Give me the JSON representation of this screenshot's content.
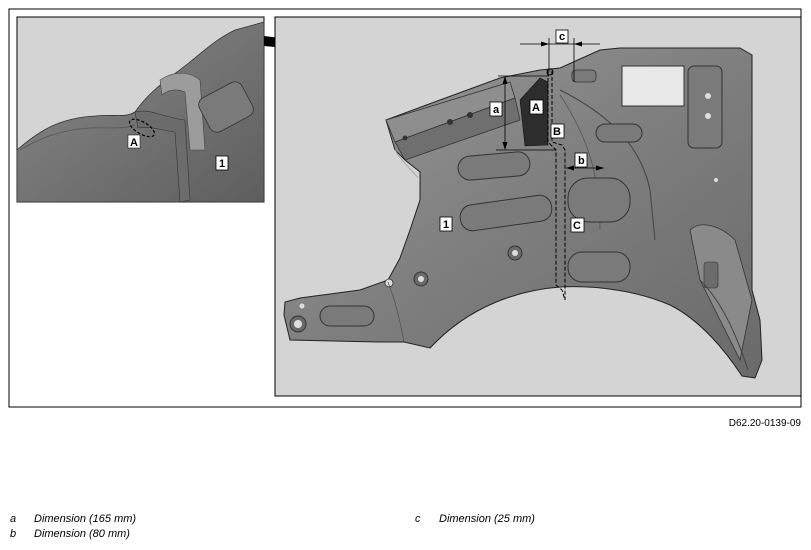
{
  "figure_code": "D62.20-0139-09",
  "inset_labels": {
    "a_point": "A",
    "part_number": "1"
  },
  "main_labels": {
    "point_a": "A",
    "point_b": "B",
    "point_c": "C",
    "dim_a": "a",
    "dim_b": "b",
    "dim_c": "c",
    "part_number": "1"
  },
  "legend": [
    {
      "key": "a",
      "text": "Dimension (165 mm)"
    },
    {
      "key": "b",
      "text": "Dimension (80 mm)"
    },
    {
      "key": "c",
      "text": "Dimension (25 mm)"
    }
  ]
}
